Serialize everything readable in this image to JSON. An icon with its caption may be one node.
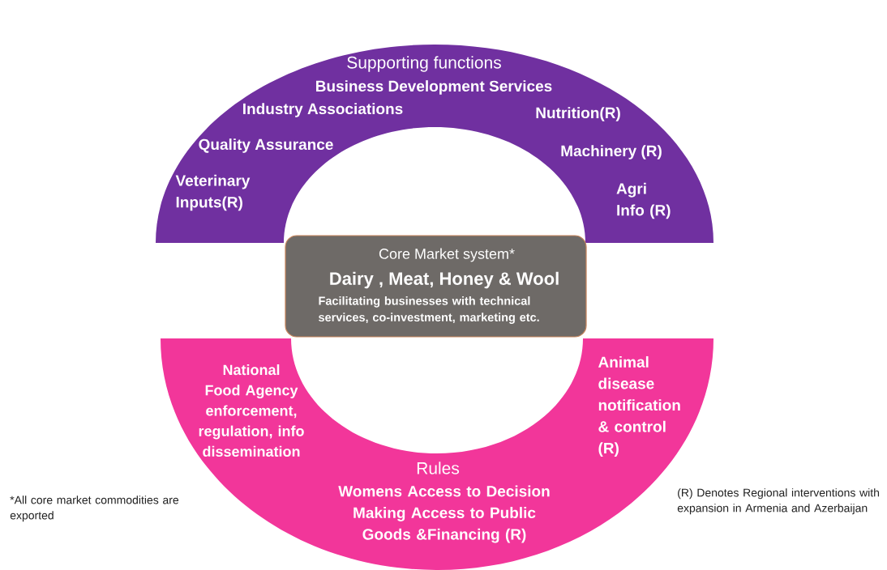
{
  "diagram": {
    "nodes": [
      {
        "text": [
          "Supporting functions",
          "Business Development Services",
          "Industry Associations",
          "Nutrition(R)",
          "Quality Assurance",
          "Machinery (R)",
          "Veterinary Inputs(R)",
          "Agri Info (R)"
        ]
      },
      {
        "text": [
          "Core Market system*",
          "Dairy , Meat, Honey & Wool",
          "Facilitating businesses with technical services, co-investment, marketing etc."
        ]
      },
      {
        "text": [
          "National Food Agency enforcement, regulation, info dissemination",
          "Rules",
          "Womens Access to Decision Making Access to Public Goods &Financing (R)",
          "Animal disease notification & control (R)"
        ]
      }
    ],
    "labels": [
      "*All core market commodities are exported",
      "(R) Denotes Regional interventions with expansion in Armenia and Azerbaijan"
    ]
  }
}
